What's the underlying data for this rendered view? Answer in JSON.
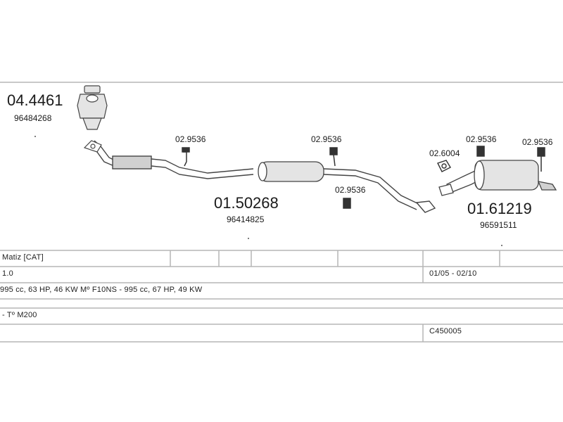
{
  "parts": {
    "catalyst": {
      "code": "04.4461",
      "oem": "96484268"
    },
    "front_pipe_hanger": {
      "code": "02.9536"
    },
    "middle_silencer": {
      "code": "01.50268",
      "oem": "96414825"
    },
    "middle_hanger_top": {
      "code": "02.9536"
    },
    "middle_hanger_bottom": {
      "code": "02.9536"
    },
    "gasket": {
      "code": "02.6004"
    },
    "rear_hanger_left": {
      "code": "02.9536"
    },
    "rear_hanger_right": {
      "code": "02.9536"
    },
    "rear_silencer": {
      "code": "01.61219",
      "oem": "96591511"
    }
  },
  "table": {
    "model": "Matiz  [CAT]",
    "engine": "1.0",
    "years": "01/05 - 02/10",
    "spec": "995 cc, 63 HP, 46 KW Mº F10NS - 995 cc, 67 HP, 49 KW",
    "type": "- Tº M200",
    "code": "C450005"
  },
  "colors": {
    "line": "#b5b5b5",
    "ink": "#1a1a1a",
    "part_fill": "#e4e4e4"
  }
}
